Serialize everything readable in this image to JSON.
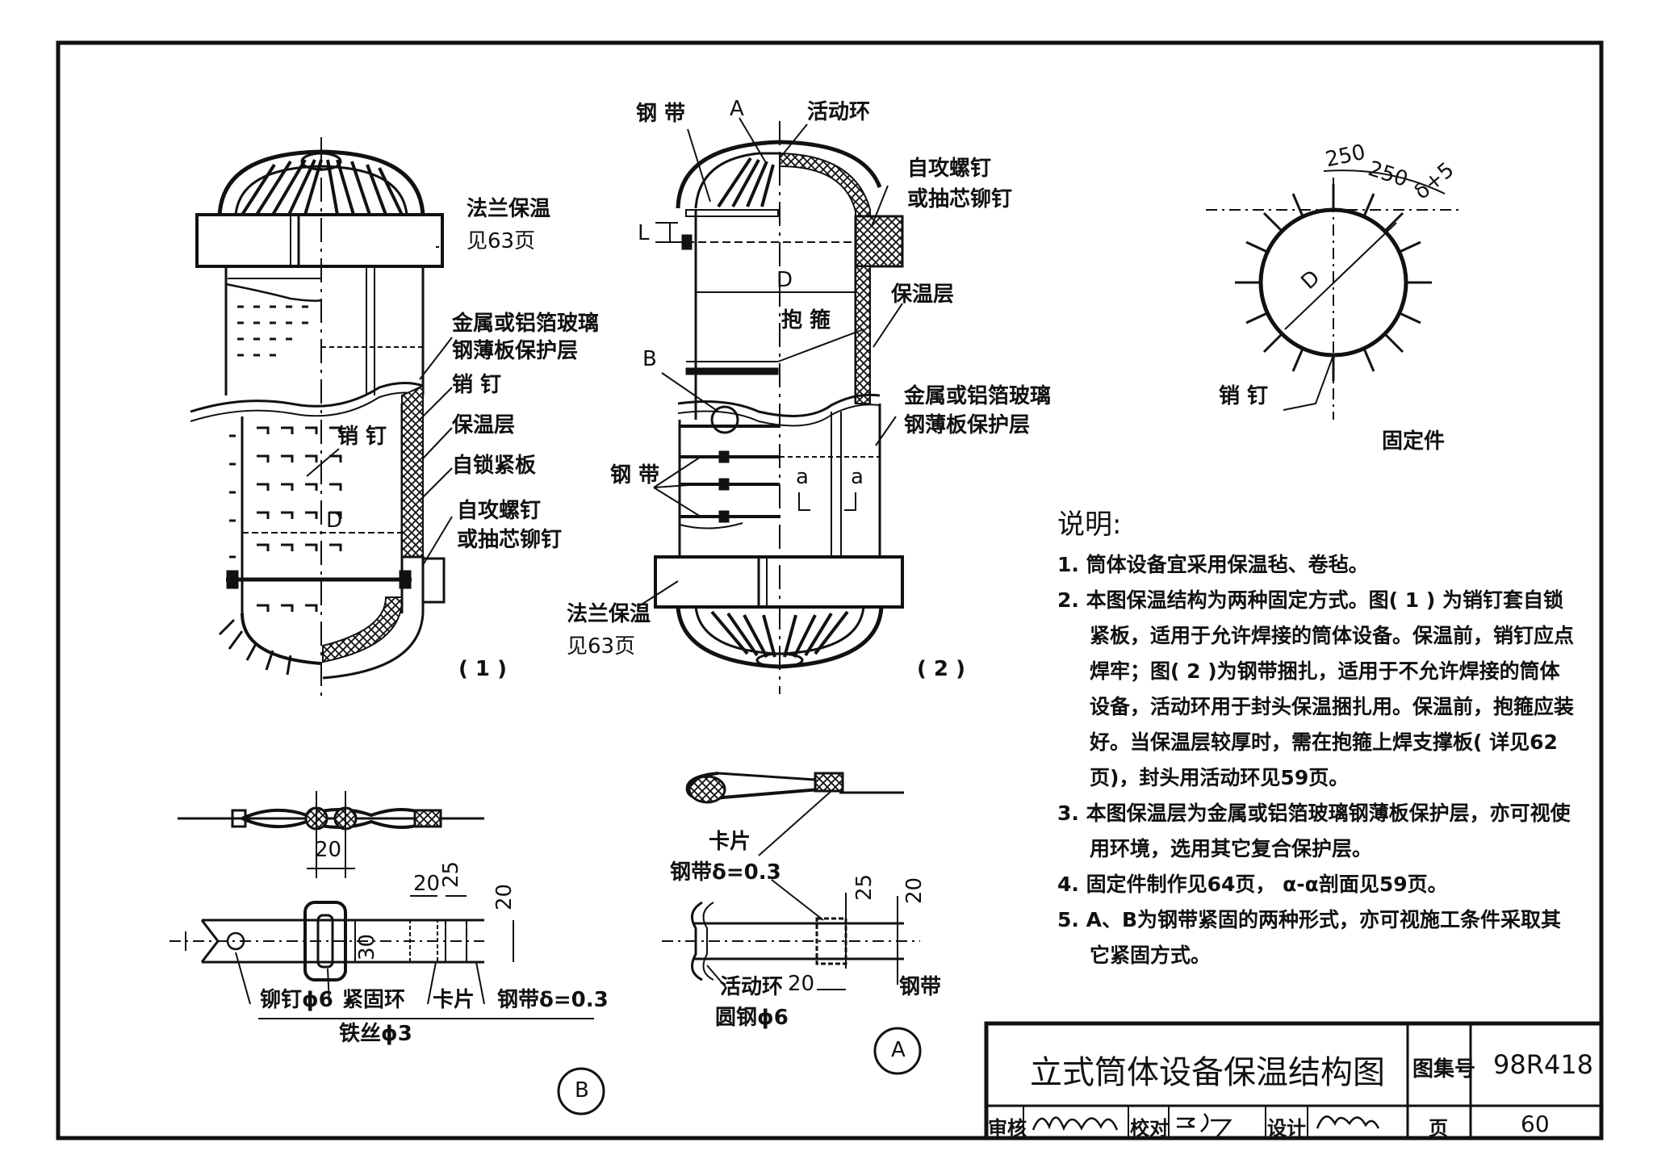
{
  "fig1": {
    "flange_label": "法兰保温",
    "flange_ref": "见63页",
    "sheath_label_1": "金属或铝箔玻璃",
    "sheath_label_2": "钢薄板保护层",
    "pin_label": "销 钉",
    "insulation_label": "保温层",
    "lock_plate_label": "自锁紧板",
    "screw_label_1": "自攻螺钉",
    "screw_label_2": "或抽芯铆钉",
    "inner_pin_label": "销 钉",
    "dim_d": "D",
    "caption": "( 1 )"
  },
  "fig2": {
    "steel_band_top": "钢 带",
    "point_a": "A",
    "movable_ring": "活动环",
    "screw_label_1": "自攻螺钉",
    "screw_label_2": "或抽芯铆钉",
    "dim_l": "L",
    "dim_d": "D",
    "insulation_label": "保温层",
    "hoop_label": "抱 箍",
    "point_b": "B",
    "sheath_label_1": "金属或铝箔玻璃",
    "sheath_label_2": "钢薄板保护层",
    "steel_band_mid": "钢 带",
    "section_a1": "a",
    "section_a2": "a",
    "flange_label": "法兰保温",
    "flange_ref": "见63页",
    "caption": "( 2 )"
  },
  "fixture": {
    "dim_1": "250",
    "dim_2": "250",
    "dim_3": "δ+5",
    "dim_d": "D",
    "pin_label": "销 钉",
    "caption": "固定件"
  },
  "detail_b": {
    "dim_20_top": "20",
    "dim_20": "20",
    "dim_25": "25",
    "dim_20_right": "20",
    "dim_30": "30",
    "rivet": "铆钉ϕ6",
    "tight_ring": "紧固环",
    "wire": "铁丝ϕ3",
    "clip": "卡片",
    "band": "钢带δ=0.3",
    "marker": "B"
  },
  "detail_a": {
    "clip": "卡片",
    "band": "钢带δ=0.3",
    "dim_25": "25",
    "dim_20_right": "20",
    "dim_20": "20",
    "movable_ring": "活动环",
    "round_steel": "圆钢ϕ6",
    "steel_band": "钢带",
    "marker": "A"
  },
  "notes": {
    "heading": "说明:",
    "items": [
      "1. 筒体设备宜采用保温毡、卷毡。",
      "2. 本图保温结构为两种固定方式。图( 1 ) 为销钉套自锁紧板，适用于允许焊接的筒体设备。保温前，销钉应点焊牢；图( 2 )为钢带捆扎，适用于不允许焊接的筒体设备，活动环用于封头保温捆扎用。保温前，抱箍应装好。当保温层较厚时，需在抱箍上焊支撑板( 详见62页)，封头用活动环见59页。",
      "3. 本图保温层为金属或铝箔玻璃钢薄板保护层，亦可视使用环境，选用其它复合保护层。",
      "4. 固定件制作见64页， α-α剖面见59页。",
      "5. A、B为钢带紧固的两种形式，亦可视施工条件采取其它紧固方式。"
    ]
  },
  "title_block": {
    "title": "立式筒体设备保温结构图",
    "atlas_label": "图集号",
    "atlas_no": "98R418",
    "review_label": "审核",
    "check_label": "校对",
    "design_label": "设计",
    "page_label": "页",
    "page_no": "60"
  }
}
